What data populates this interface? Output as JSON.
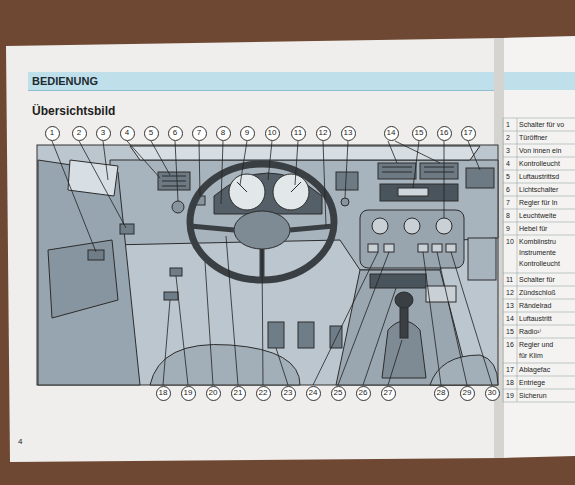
{
  "diagram": {
    "title": "Übersichtsbild",
    "nodes": [
      {
        "text": [
          "BEDIENUNG"
        ]
      },
      {
        "text": [
          "1"
        ]
      },
      {
        "text": [
          "2"
        ]
      },
      {
        "text": [
          "3"
        ]
      },
      {
        "text": [
          "4"
        ]
      },
      {
        "text": [
          "5"
        ]
      },
      {
        "text": [
          "6"
        ]
      },
      {
        "text": [
          "7"
        ]
      },
      {
        "text": [
          "8"
        ]
      },
      {
        "text": [
          "9"
        ]
      },
      {
        "text": [
          "10"
        ]
      },
      {
        "text": [
          "11"
        ]
      },
      {
        "text": [
          "12"
        ]
      },
      {
        "text": [
          "13"
        ]
      },
      {
        "text": [
          "14"
        ]
      },
      {
        "text": [
          "15"
        ]
      },
      {
        "text": [
          "16"
        ]
      },
      {
        "text": [
          "17"
        ]
      },
      {
        "text": [
          "18"
        ]
      },
      {
        "text": [
          "19"
        ]
      },
      {
        "text": [
          "20"
        ]
      },
      {
        "text": [
          "21"
        ]
      },
      {
        "text": [
          "22"
        ]
      },
      {
        "text": [
          "23"
        ]
      },
      {
        "text": [
          "24"
        ]
      },
      {
        "text": [
          "25"
        ]
      },
      {
        "text": [
          "26"
        ]
      },
      {
        "text": [
          "27"
        ]
      },
      {
        "text": [
          "28"
        ]
      },
      {
        "text": [
          "29"
        ]
      },
      {
        "text": [
          "30"
        ]
      }
    ],
    "labels": [
      "4",
      "1",
      "Schalter für vo",
      "2",
      "Türöffner",
      "3",
      "Von innen ein",
      "4",
      "Kontrolleucht",
      "5",
      "Luftaustrittsd",
      "6",
      "Lichtschalter",
      "7",
      "Regler für In",
      "8",
      "Leuchtweite",
      "9",
      "Hebel für",
      "10",
      "Kombiinstru",
      "Instrumente",
      "Kontrolleucht",
      "11",
      "Schalter für",
      "12",
      "Zündschloß",
      "13",
      "Rändelrad",
      "14",
      "Luftaustritt",
      "15",
      "Radio¹⁾",
      "16",
      "Regler und",
      "für Klim",
      "17",
      "Ablagefac",
      "18",
      "Entriege",
      "19",
      "Sicherun"
    ]
  }
}
